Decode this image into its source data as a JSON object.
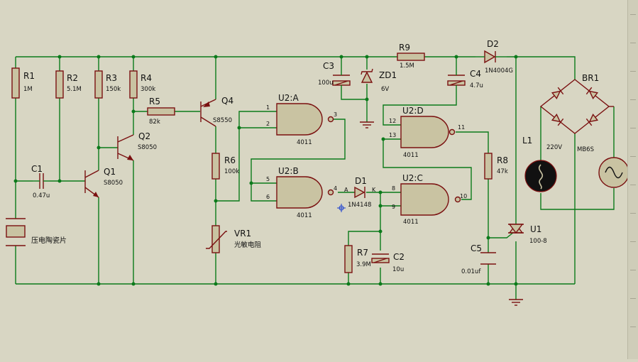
{
  "colors": {
    "background": "#d8d6c3",
    "wire": "#0b7a1a",
    "component": "#7a1010",
    "component_fill": "#c9c3a2"
  },
  "components": {
    "R1": {
      "ref": "R1",
      "value": "1M"
    },
    "R2": {
      "ref": "R2",
      "value": "5.1M"
    },
    "R3": {
      "ref": "R3",
      "value": "150k"
    },
    "R4": {
      "ref": "R4",
      "value": "300k"
    },
    "R5": {
      "ref": "R5",
      "value": "82k"
    },
    "R6": {
      "ref": "R6",
      "value": "100k"
    },
    "R7": {
      "ref": "R7",
      "value": "3.9M"
    },
    "R8": {
      "ref": "R8",
      "value": "47k"
    },
    "R9": {
      "ref": "R9",
      "value": "1.5M"
    },
    "C1": {
      "ref": "C1",
      "value": "0.47u"
    },
    "C2": {
      "ref": "C2",
      "value": "10u"
    },
    "C3": {
      "ref": "C3",
      "value": "100u"
    },
    "C4": {
      "ref": "C4",
      "value": "4.7u"
    },
    "C5": {
      "ref": "C5",
      "value": "0.01uf"
    },
    "Q1": {
      "ref": "Q1",
      "value": "S8050"
    },
    "Q2": {
      "ref": "Q2",
      "value": "S8050"
    },
    "Q4": {
      "ref": "Q4",
      "value": "S8550"
    },
    "D1": {
      "ref": "D1",
      "value": "1N4148",
      "anode": "A",
      "cathode": "K"
    },
    "D2": {
      "ref": "D2",
      "value": "1N4004G"
    },
    "ZD1": {
      "ref": "ZD1",
      "value": "6V"
    },
    "VR1": {
      "ref": "VR1",
      "value": "光敏电阻"
    },
    "piezo": {
      "value": "压电陶瓷片"
    },
    "U1": {
      "ref": "U1",
      "value": "100-8"
    },
    "BR1": {
      "ref": "BR1",
      "value": "MB6S"
    },
    "L1": {
      "ref": "L1",
      "value": "220V"
    },
    "U2A": {
      "ref": "U2:A",
      "chip": "4011",
      "pin_in1": "1",
      "pin_in2": "2",
      "pin_out": "3"
    },
    "U2B": {
      "ref": "U2:B",
      "chip": "4011",
      "pin_in1": "5",
      "pin_in2": "6",
      "pin_out": "4"
    },
    "U2C": {
      "ref": "U2:C",
      "chip": "4011",
      "pin_in1": "8",
      "pin_in2": "9",
      "pin_out": "10"
    },
    "U2D": {
      "ref": "U2:D",
      "chip": "4011",
      "pin_in1": "12",
      "pin_in2": "13",
      "pin_out": "11"
    }
  }
}
